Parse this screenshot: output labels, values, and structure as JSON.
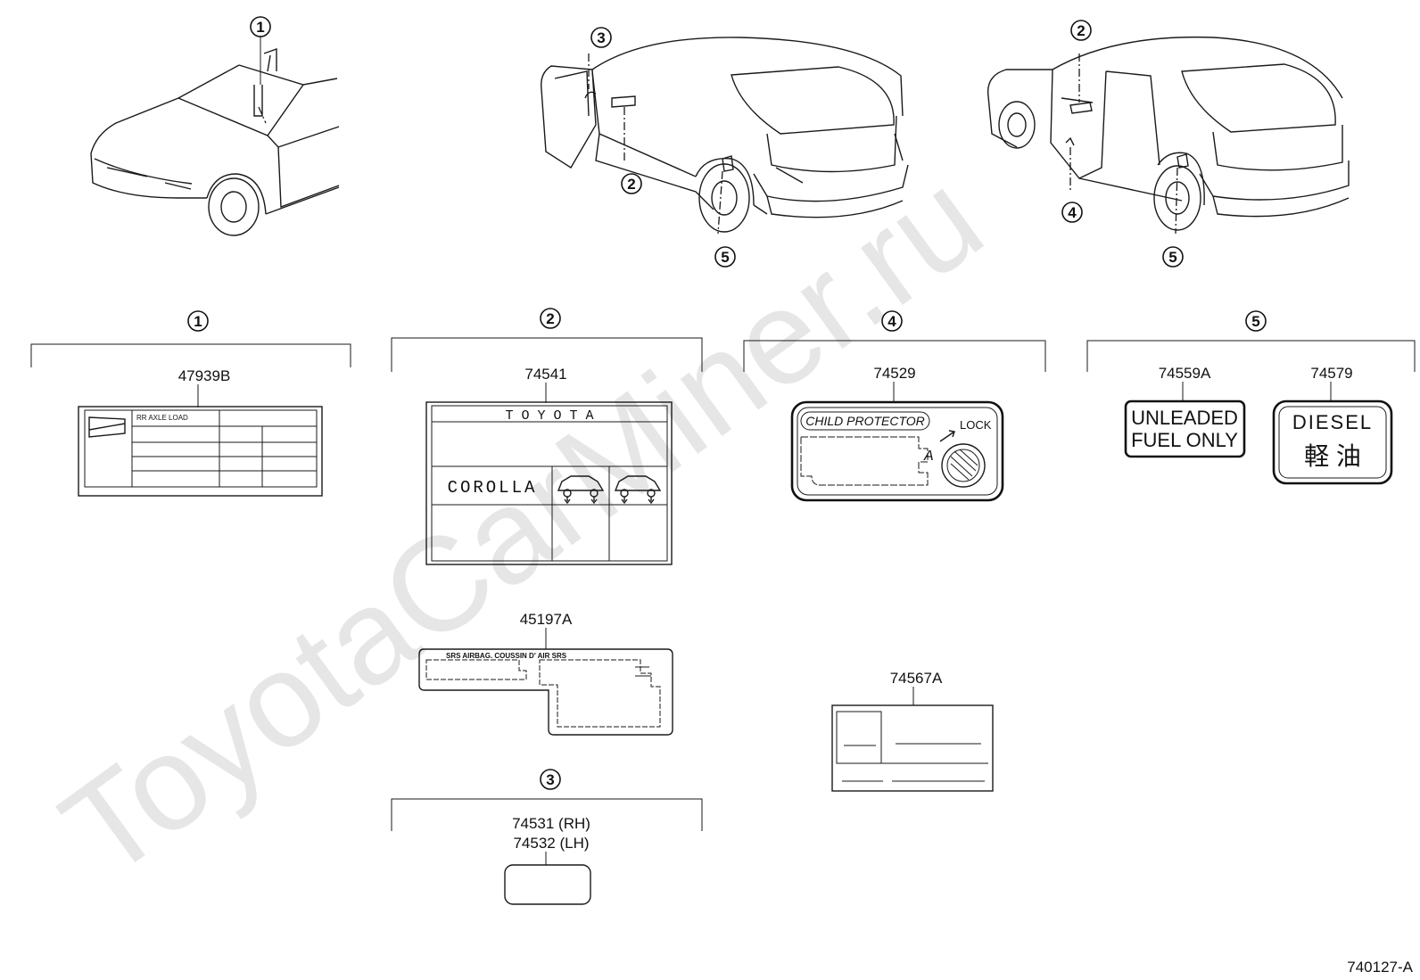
{
  "watermark": "ToyotaCarMiner.ru",
  "diagram_code": "740127-A",
  "callouts": [
    "1",
    "2",
    "3",
    "4",
    "5"
  ],
  "groups": {
    "g1": {
      "callout": "1",
      "parts": [
        "47939B"
      ]
    },
    "g2": {
      "callout": "2",
      "parts": [
        "74541",
        "45197A"
      ]
    },
    "g3": {
      "callout": "3",
      "parts": [
        "74531 (RH)",
        "74532 (LH)"
      ]
    },
    "g4": {
      "callout": "4",
      "parts": [
        "74529",
        "74567A"
      ]
    },
    "g5": {
      "callout": "5",
      "parts": [
        "74559A",
        "74579"
      ]
    }
  },
  "labels": {
    "l47939b": {
      "header": "RR AXLE LOAD"
    },
    "l74541": {
      "brand": "T O Y O T A",
      "model": "COROLLA"
    },
    "l45197a": {
      "text": "SRS AIRBAG. COUSSIN D' AIR SRS"
    },
    "l74529": {
      "title": "CHILD PROTECTOR",
      "lock": "LOCK",
      "letter": "A"
    },
    "l74559a": {
      "line1": "UNLEADED",
      "line2": "FUEL ONLY"
    },
    "l74579": {
      "line1": "DIESEL",
      "line2": "軽 油"
    }
  }
}
